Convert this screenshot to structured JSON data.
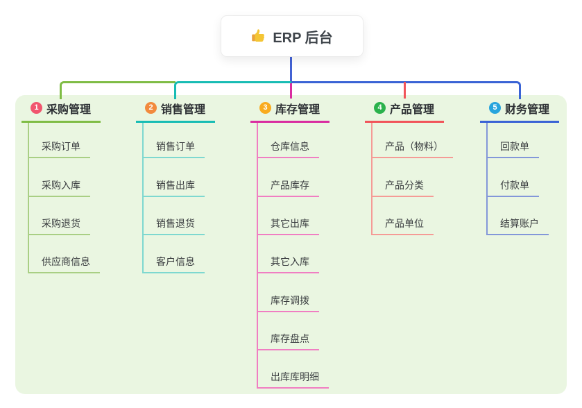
{
  "root": {
    "label": "ERP 后台",
    "icon": "thumbs-up"
  },
  "branches": [
    {
      "index": "1",
      "label": "采购管理",
      "badge_color": "#F1556E",
      "line_color": "#7FBC45",
      "light_color": "#A9CF84",
      "children": [
        "采购订单",
        "采购入库",
        "采购退货",
        "供应商信息"
      ]
    },
    {
      "index": "2",
      "label": "销售管理",
      "badge_color": "#F28A3D",
      "line_color": "#18BCB4",
      "light_color": "#7ED8D0",
      "children": [
        "销售订单",
        "销售出库",
        "销售退货",
        "客户信息"
      ]
    },
    {
      "index": "3",
      "label": "库存管理",
      "badge_color": "#F9AB1E",
      "line_color": "#D92DA0",
      "light_color": "#F07EC2",
      "children": [
        "仓库信息",
        "产品库存",
        "其它出库",
        "其它入库",
        "库存调拨",
        "库存盘点",
        "出库库明细"
      ]
    },
    {
      "index": "4",
      "label": "产品管理",
      "badge_color": "#2BB24C",
      "line_color": "#F1545A",
      "light_color": "#F59B96",
      "children": [
        "产品（物料）",
        "产品分类",
        "产品单位"
      ]
    },
    {
      "index": "5",
      "label": "财务管理",
      "badge_color": "#27A4DD",
      "line_color": "#3A63D5",
      "light_color": "#8397D9",
      "children": [
        "回款单",
        "付款单",
        "结算账户"
      ]
    }
  ],
  "colors": {
    "panel_bg": "#EAF6E1",
    "connector_blue": "#4362D4",
    "text_dark": "#333333"
  }
}
